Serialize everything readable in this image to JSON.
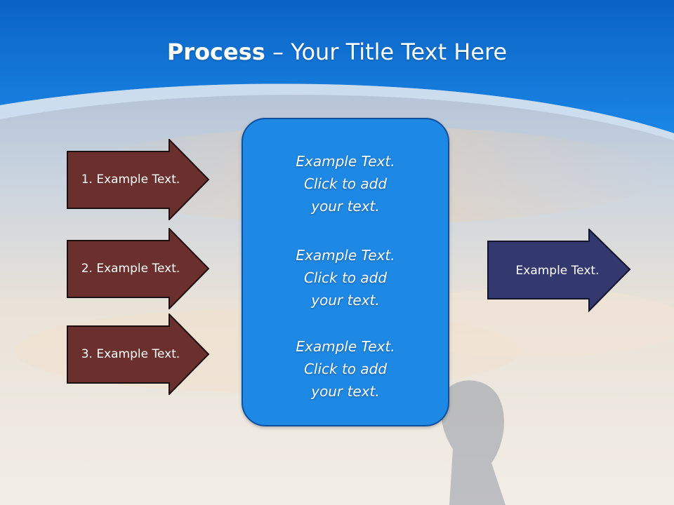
{
  "slide": {
    "title_bold": "Process",
    "title_rest": " – Your Title Text Here",
    "inputs": [
      {
        "label": "1. Example Text."
      },
      {
        "label": "2. Example Text."
      },
      {
        "label": "3. Example Text."
      }
    ],
    "center_blocks": [
      {
        "lines": [
          "Example Text.",
          "Click  to add",
          "your text."
        ]
      },
      {
        "lines": [
          "Example Text.",
          "Click  to add",
          "your text."
        ]
      },
      {
        "lines": [
          "Example Text.",
          "Click  to add",
          "your text."
        ]
      }
    ],
    "output": {
      "label": "Example Text."
    }
  },
  "colors": {
    "header_blue": "#0a6fd1",
    "input_arrow": "#6b2f2d",
    "output_arrow": "#33386e",
    "center_box": "#1e88e5"
  }
}
